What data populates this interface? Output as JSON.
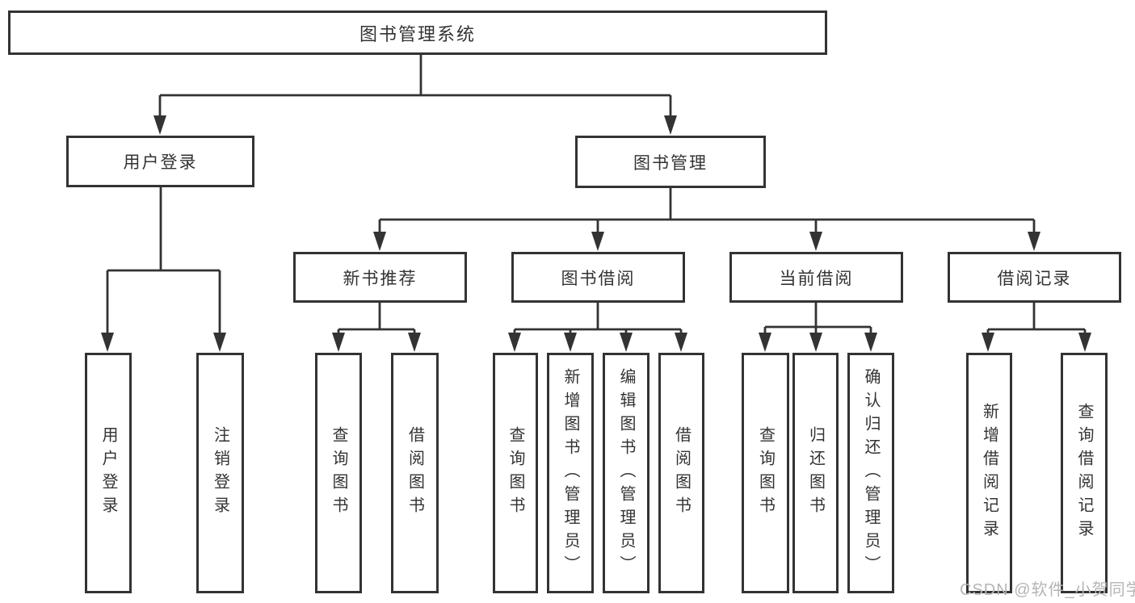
{
  "colors": {
    "line": "#333333",
    "box_border": "#333333",
    "text": "#333333",
    "background": "#ffffff",
    "watermark_text": "#b5b5b5"
  },
  "tree": {
    "root": {
      "label": "图书管理系统"
    },
    "branches": [
      {
        "label": "用户登录",
        "children": [
          {
            "label": "用户登录"
          },
          {
            "label": "注销登录"
          }
        ]
      },
      {
        "label": "图书管理",
        "children": [
          {
            "label": "新书推荐",
            "children": [
              {
                "label": "查询图书"
              },
              {
                "label": "借阅图书"
              }
            ]
          },
          {
            "label": "图书借阅",
            "children": [
              {
                "label": "查询图书"
              },
              {
                "label": "新增图书（管理员）"
              },
              {
                "label": "编辑图书（管理员）"
              },
              {
                "label": "借阅图书"
              }
            ]
          },
          {
            "label": "当前借阅",
            "children": [
              {
                "label": "查询图书"
              },
              {
                "label": "归还图书"
              },
              {
                "label": "确认归还（管理员）"
              }
            ]
          },
          {
            "label": "借阅记录",
            "children": [
              {
                "label": "新增借阅记录"
              },
              {
                "label": "查询借阅记录"
              }
            ]
          }
        ]
      }
    ]
  },
  "watermark": {
    "text": "CSDN @软件_小贺同学"
  }
}
